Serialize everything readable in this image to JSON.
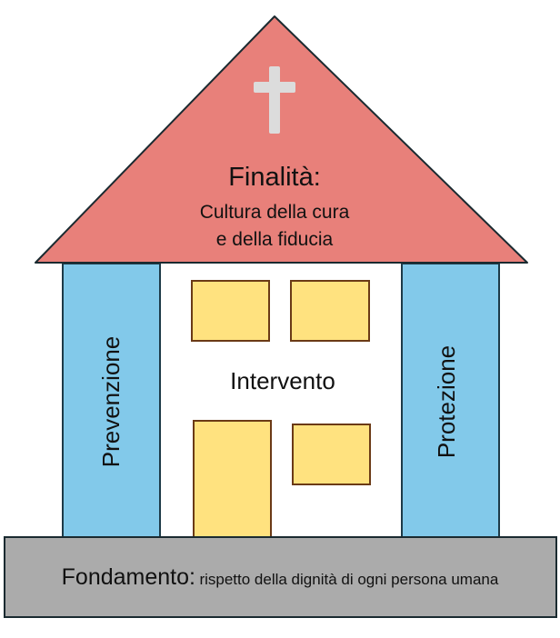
{
  "roof": {
    "title": "Finalità:",
    "line1": "Cultura della cura",
    "line2": "e della fiducia",
    "icon": "cross-icon"
  },
  "pillars": {
    "left": "Prevenzione",
    "right": "Protezione"
  },
  "center": {
    "label": "Intervento"
  },
  "foundation": {
    "title": "Fondamento:",
    "text": "rispetto della dignità di ogni persona umana"
  },
  "colors": {
    "roof": "#e8807a",
    "pillar": "#82c9ea",
    "window": "#ffe27f",
    "window_border": "#6b3a16",
    "foundation": "#ababab",
    "cross": "#dcdcdc"
  }
}
